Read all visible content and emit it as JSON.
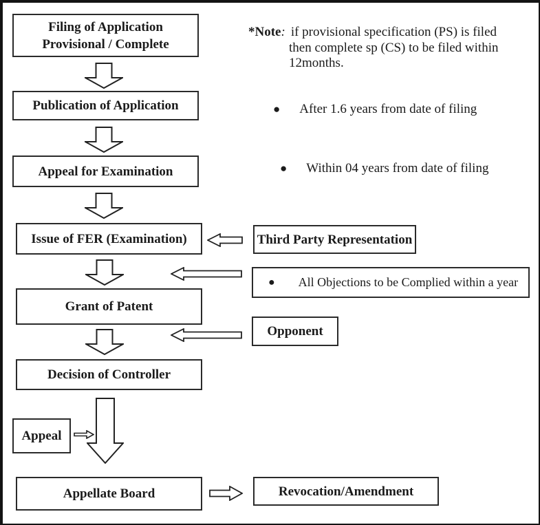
{
  "diagram": {
    "boxes": {
      "filing": {
        "line1": "Filing of Application",
        "line2": "Provisional / Complete"
      },
      "publication": {
        "label": "Publication of Application"
      },
      "appeal_exam": {
        "label": "Appeal for Examination"
      },
      "fer": {
        "label": "Issue of FER (Examination)"
      },
      "grant": {
        "label": "Grant of Patent"
      },
      "decision": {
        "label": "Decision of Controller"
      },
      "appeal": {
        "label": "Appeal"
      },
      "appellate": {
        "label": "Appellate Board"
      },
      "third_party": {
        "label": "Third Party Representation"
      },
      "objections": {
        "label": "All Objections to be Complied within a year"
      },
      "opponent": {
        "label": "Opponent"
      },
      "revocation": {
        "label": "Revocation/Amendment"
      }
    },
    "note": {
      "prefix": "*Note",
      "colon": ":",
      "line1": "if provisional specification (PS) is filed",
      "line2": "then complete sp (CS) to be filed within",
      "line3": "12months."
    },
    "bullets": [
      {
        "glyph": "●",
        "text": "After 1.6 years from date of filing"
      },
      {
        "glyph": "●",
        "text": "Within 04 years from date of filing"
      }
    ],
    "colors": {
      "ink": "#1b1b1b",
      "border": "#2a2a2a",
      "background": "#ffffff"
    }
  }
}
